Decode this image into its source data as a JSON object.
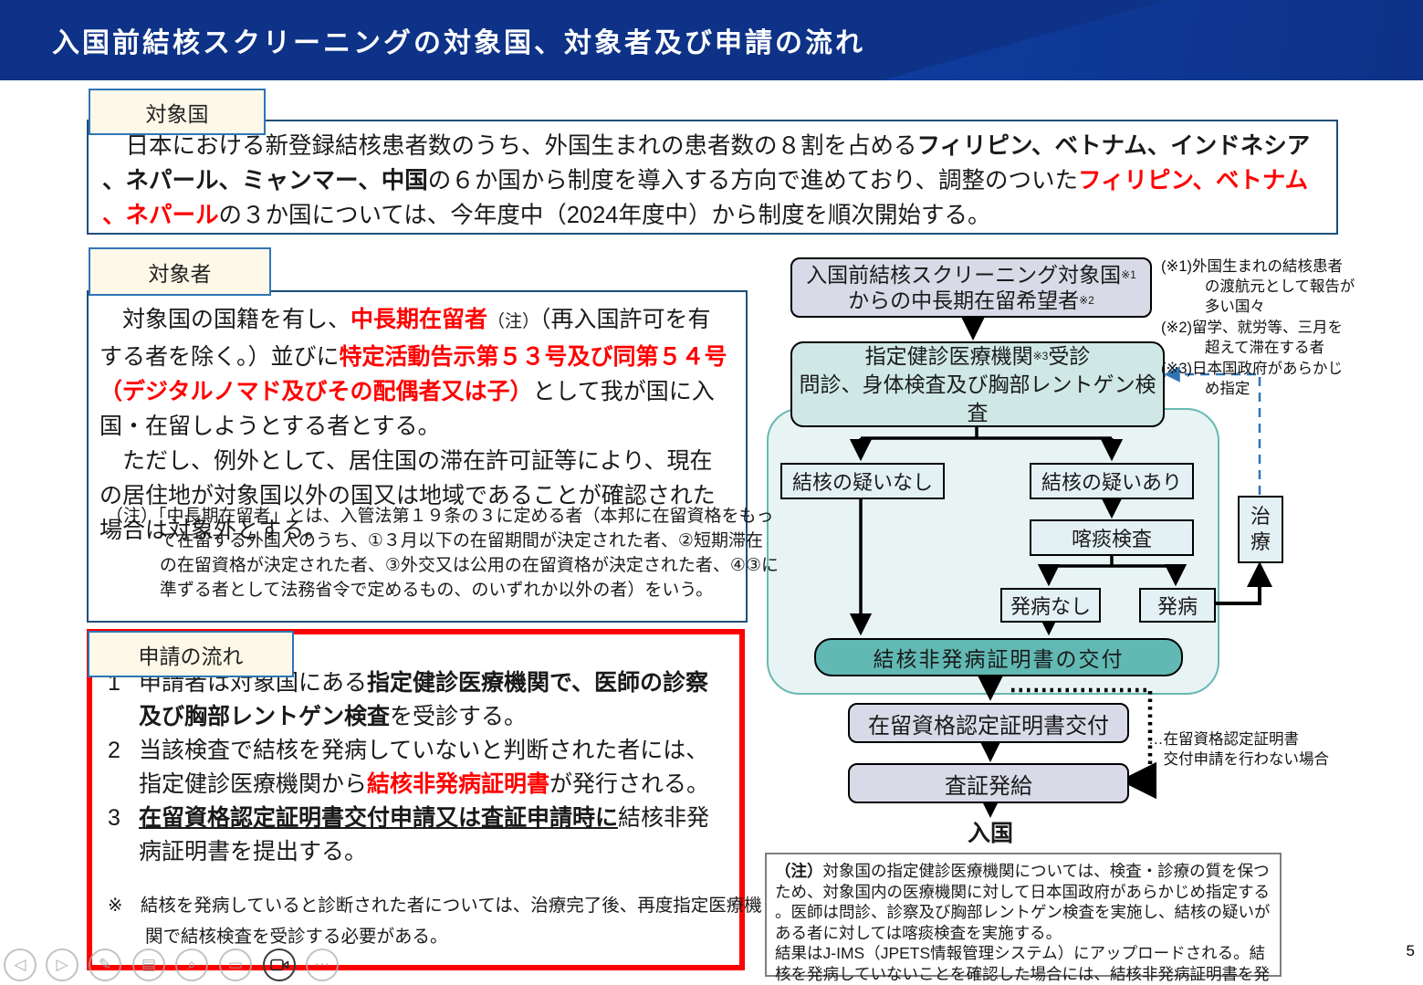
{
  "colors": {
    "header_navy": "#0d3287",
    "header_diag_blue": "#1c55bd",
    "accent_red": "#ff0000",
    "red_border": "#fe0000",
    "blue_border": "#1f4e79",
    "tab_cream": "#fdf8e8",
    "tab_border_blue": "#2e75b6",
    "teal_container": "#e7f4f3",
    "teal_node": "#cfe8e5",
    "pill_teal": "#62b9b4",
    "lavender_node": "#d9dae7"
  },
  "page": {
    "number": "5"
  },
  "header": {
    "title": "入国前結核スクリーニングの対象国、対象者及び申請の流れ"
  },
  "target_countries": {
    "label": "対象国",
    "runs": [
      {
        "t": "　日本における新登録結核患者数のうち、外国生まれの患者数の８割を占める",
        "s": ""
      },
      {
        "t": "フィリピン、ベトナム、インドネシア、ネパール、ミャンマー、中国",
        "s": "b"
      },
      {
        "t": "の６か国から制度を導入する方向で進めており、調整のついた",
        "s": ""
      },
      {
        "t": "フィリピン、ベトナム、ネパール",
        "s": "br"
      },
      {
        "t": "の３か国については、今年度中（2024年度中）から制度を順次開始する。",
        "s": ""
      }
    ]
  },
  "target_persons": {
    "label": "対象者",
    "runs": [
      {
        "t": "　対象国の国籍を有し、",
        "s": ""
      },
      {
        "t": "中長期在留者",
        "s": "br"
      },
      {
        "t": "（注）",
        "s": "note"
      },
      {
        "t": "（再入国許可を有する者を除く。）並びに",
        "s": ""
      },
      {
        "t": "特定活動告示第５３号及び同第５４号（デジタルノマド及びその配偶者又は子）",
        "s": "br"
      },
      {
        "t": "として我が国に入国・在留しようとする者とする。\n　ただし、例外として、居住国の滞在許可証等により、現在の居住地が対象国以外の国又は地域であることが確認された場合は対象外とする。",
        "s": ""
      }
    ],
    "note": "（注）「中長期在留者」とは、入管法第１９条の３に定める者（本邦に在留資格をもって在留する外国人のうち、①３月以下の在留期間が決定された者、②短期滞在の在留資格が決定された者、③外交又は公用の在留資格が決定された者、④③に準ずる者として法務省令で定めるもの、のいずれか以外の者）をいう。"
  },
  "application_flow": {
    "label": "申請の流れ",
    "items": [
      {
        "num": "1",
        "runs": [
          {
            "t": "申請者は対象国にある",
            "s": ""
          },
          {
            "t": "指定健診医療機関で、医師の診察及び胸部レントゲン検査",
            "s": "b"
          },
          {
            "t": "を受診する。",
            "s": ""
          }
        ]
      },
      {
        "num": "2",
        "runs": [
          {
            "t": "当該検査で結核を発病していないと判断された者には、指定健診医療機関から",
            "s": ""
          },
          {
            "t": "結核非発病証明書",
            "s": "br"
          },
          {
            "t": "が発行される。",
            "s": ""
          }
        ]
      },
      {
        "num": "3",
        "runs": [
          {
            "t": "在留資格認定証明書交付申請又は査証申請時に",
            "s": "bu"
          },
          {
            "t": "結核非発病証明書を提出する。",
            "s": ""
          }
        ]
      }
    ],
    "footnote_marker": "※",
    "footnote": "結核を発病していると診断された者については、治療完了後、再度指定医療機関で結核検査を受診する必要がある。"
  },
  "flowchart": {
    "applicants": {
      "l1": "入国前結核スクリーニング対象国",
      "s1": "※1",
      "l2": "からの中長期在留希望者",
      "s2": "※2"
    },
    "clinic": {
      "l1a": "指定健診医療機関",
      "s1": "※3",
      "l1b": "受診",
      "l2": "問診、身体検査及び胸部レントゲン検査"
    },
    "no_suspicion": "結核の疑いなし",
    "suspicion": "結核の疑いあり",
    "sputum_test": "喀痰検査",
    "no_disease": "発病なし",
    "disease": "発病",
    "certificate": "結核非発病証明書の交付",
    "treatment_l1": "治",
    "treatment_l2": "療",
    "coe": "在留資格認定証明書交付",
    "visa": "査証発給",
    "entry": "入国",
    "side_notes": [
      "(※1)外国生まれの結核患者の渡航元として報告が多い国々",
      "(※2)留学、就労等、三月を超えて滞在する者",
      "(※3)日本国政府があらかじめ指定"
    ],
    "dotted_caption": "…在留資格認定証明書\n　交付申請を行わない場合",
    "bottom_note_runs": [
      {
        "t": "（注）",
        "s": "b"
      },
      {
        "t": "対象国の指定健診医療機関については、検査・診療の質を保つため、対象国内の医療機関に対して日本国政府があらかじめ指定する。医師は問診、診察及び胸部レントゲン検査を実施し、結核の疑いがある者に対しては喀痰検査を実施する。\n結果はJ-IMS（JPETS情報管理システム）にアップロードされる。結核を発病していないことを確認した場合には、結核非発病証明書を発行する。",
        "s": ""
      }
    ]
  },
  "controls": [
    {
      "name": "previous-slide",
      "glyph": "◁"
    },
    {
      "name": "next-slide",
      "glyph": "▷"
    },
    {
      "name": "pen-tools",
      "glyph": "✎"
    },
    {
      "name": "all-slides",
      "glyph": "▤"
    },
    {
      "name": "zoom-slide",
      "glyph": "⌕"
    },
    {
      "name": "captions",
      "glyph": "▭"
    },
    {
      "name": "camera",
      "glyph": ""
    },
    {
      "name": "more-options",
      "glyph": "⋯"
    }
  ]
}
